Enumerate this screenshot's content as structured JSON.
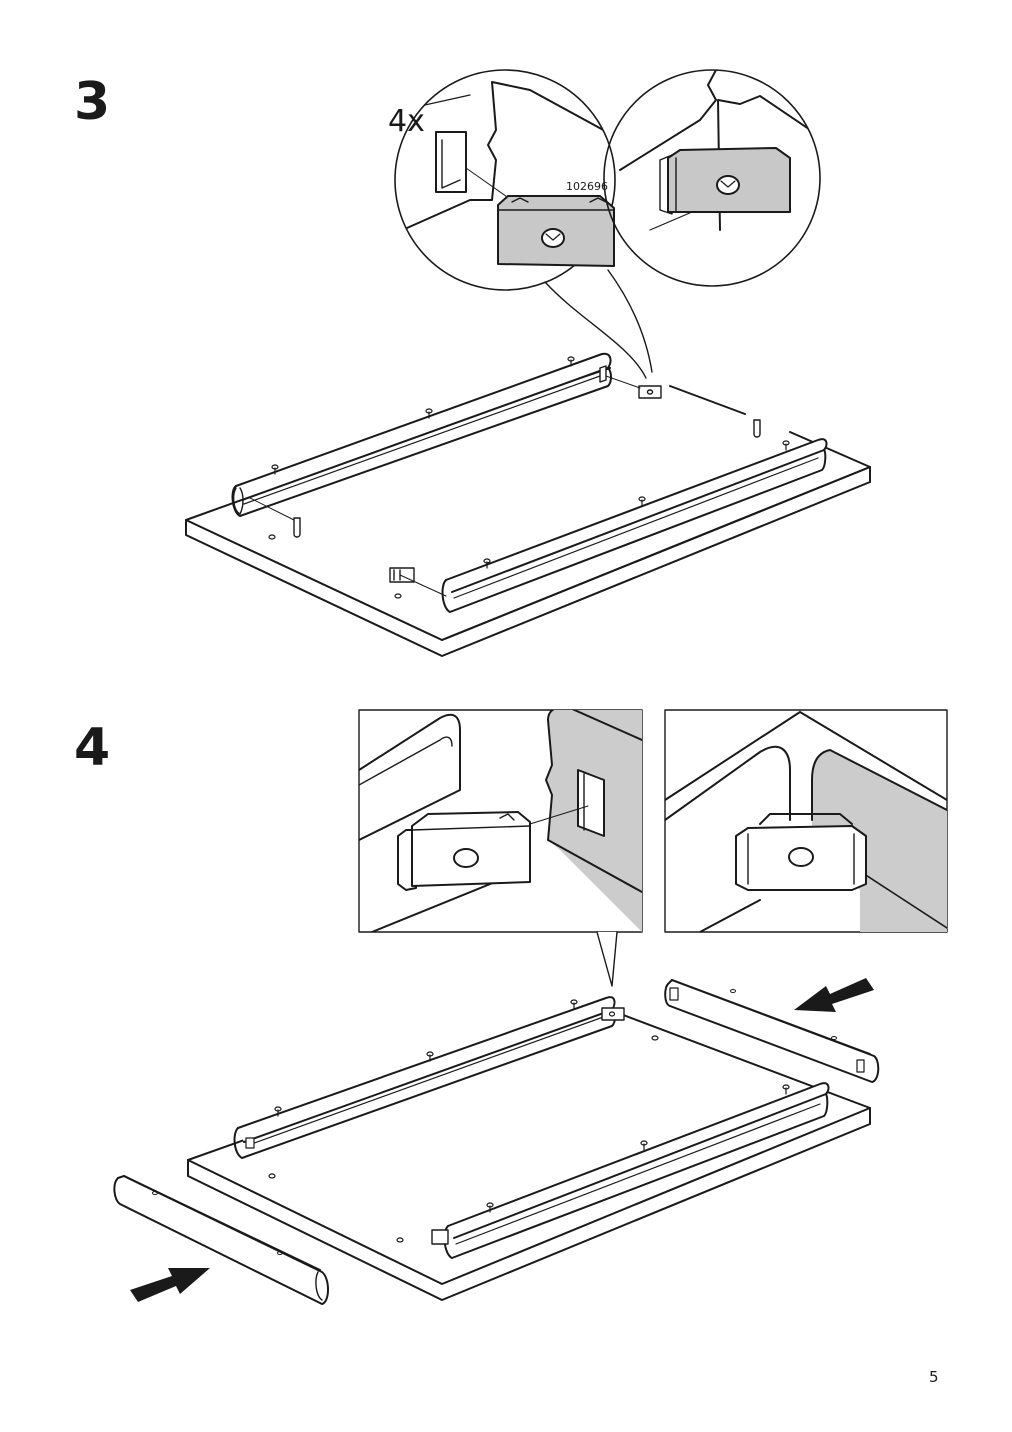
{
  "steps": {
    "step3": {
      "number": "3",
      "quantity": "4x",
      "part_number": "102696"
    },
    "step4": {
      "number": "4"
    }
  },
  "page_number": "5",
  "colors": {
    "line": "#1a1a1a",
    "part_fill": "#c8c8c8",
    "panel_shade": "#cccccc",
    "arrow": "#1a1a1a"
  },
  "icons": [
    "push-arrow-icon",
    "connector-block-icon",
    "dowel-icon",
    "cam-screw-icon"
  ]
}
